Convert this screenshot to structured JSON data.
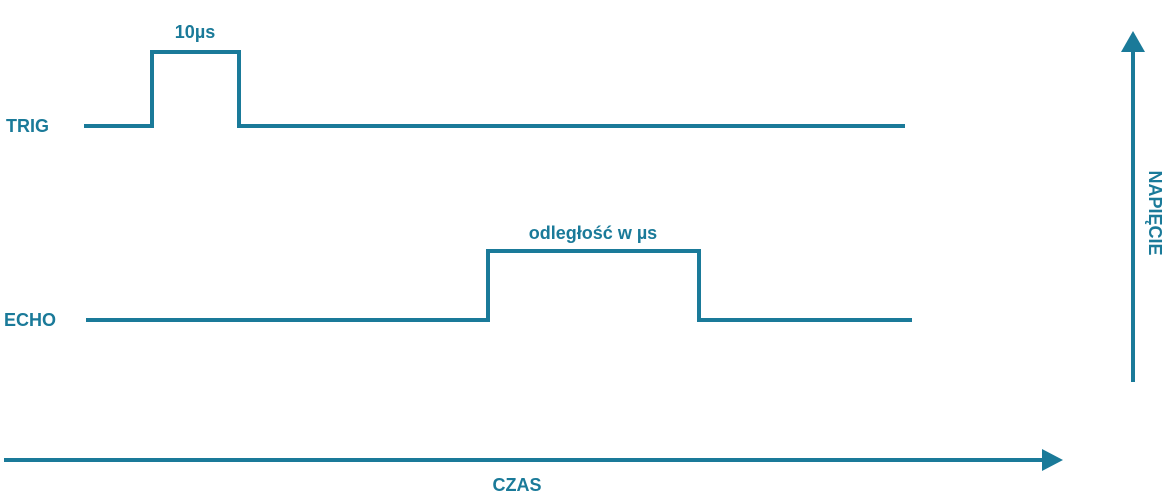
{
  "colors": {
    "signal": "#1a7a99",
    "label": "#1a7a99"
  },
  "signals": [
    {
      "name": "TRIG",
      "pulse_label": "10µs"
    },
    {
      "name": "ECHO",
      "pulse_label": "odległość w µs"
    }
  ],
  "axes": {
    "x_label": "CZAS",
    "y_label": "NAPIĘCIE"
  }
}
